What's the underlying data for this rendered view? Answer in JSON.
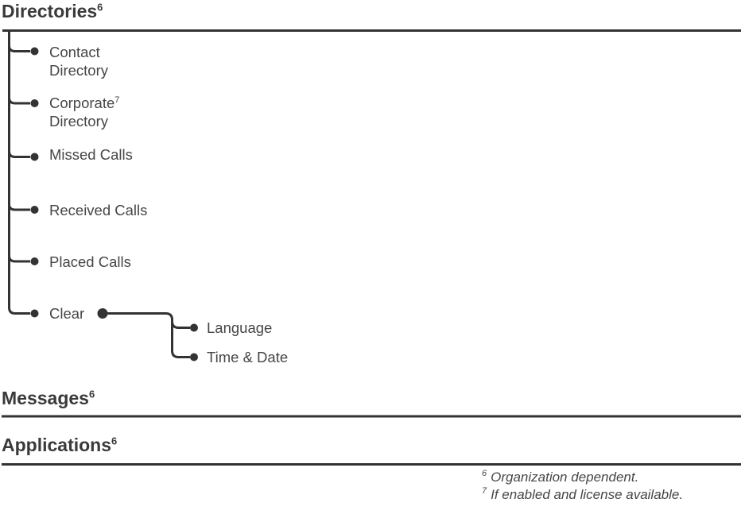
{
  "colors": {
    "line": "#333333",
    "text": "#464646",
    "heading": "#3a3a3a"
  },
  "sections": [
    {
      "title": "Directories",
      "sup": "6"
    },
    {
      "title": "Messages",
      "sup": "6"
    },
    {
      "title": "Applications",
      "sup": "6"
    }
  ],
  "directories_menu": {
    "items": [
      {
        "line1": "Contact",
        "line2": "Directory"
      },
      {
        "line1": "Corporate",
        "sup": "7",
        "line2": "Directory"
      },
      {
        "line1": "Missed Calls"
      },
      {
        "line1": "Received Calls"
      },
      {
        "line1": "Placed Calls"
      },
      {
        "line1": "Clear"
      }
    ],
    "clear_submenu": [
      {
        "label": "Language"
      },
      {
        "label": "Time & Date"
      }
    ]
  },
  "footnotes": [
    {
      "marker": "6",
      "text": "Organization dependent."
    },
    {
      "marker": "7",
      "text": "If enabled and license available."
    }
  ]
}
